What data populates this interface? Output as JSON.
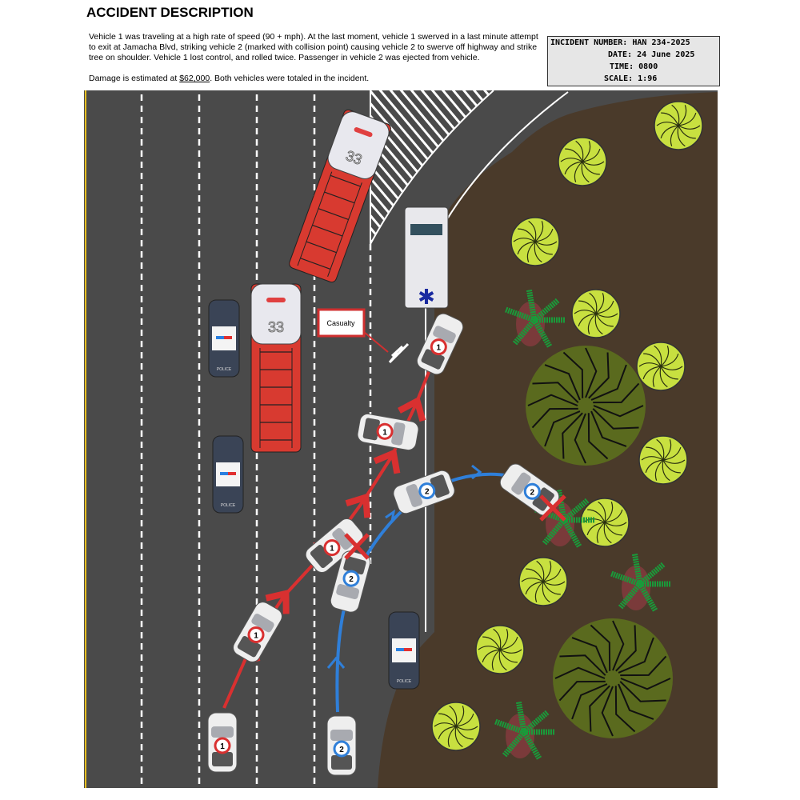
{
  "header": {
    "title": "ACCIDENT DESCRIPTION",
    "paragraph1": "Vehicle 1 was traveling at a high rate of speed (90 + mph).  At the last moment, vehicle 1 swerved in a last minute attempt to exit at Jamacha Blvd, striking vehicle 2  (marked with collision point) causing vehicle 2 to swerve off highway and strike tree on shoulder.  Vehicle 1 lost control, and rolled twice.  Passenger in vehicle 2 was ejected from vehicle.",
    "damage_prefix": "Damage is estimated at ",
    "damage_amount": "$62,000",
    "damage_suffix": ".  Both vehicles were totaled in the incident."
  },
  "info": {
    "incident_label": "INCIDENT NUMBER:",
    "incident_value": "HAN 234-2025",
    "date_label": "DATE:",
    "date_value": "24 June 2025",
    "time_label": "TIME:",
    "time_value": "0800",
    "scale_label": "SCALE:",
    "scale_value": "1:96"
  },
  "diagram": {
    "casualty_label": "Casualty",
    "vehicle1_label": "1",
    "vehicle2_label": "2",
    "fire_truck_number": "33",
    "police_label": "POLICE",
    "colors": {
      "vehicle1_path": "#d93030",
      "vehicle2_path": "#2f7fd9",
      "collision_mark": "#d93030",
      "asphalt": "#4a4a4a",
      "dirt": "#4a3a2a"
    }
  }
}
